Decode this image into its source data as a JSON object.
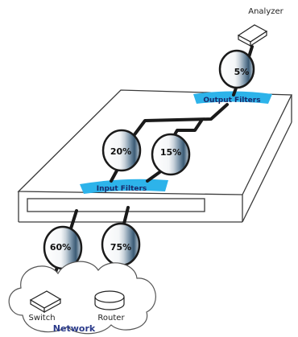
{
  "devices": {
    "analyzer": "Analyzer",
    "switch": "Switch",
    "router": "Router"
  },
  "bands": {
    "output": "Output Filters",
    "input": "Input Filters"
  },
  "network_label": "Network",
  "filters": {
    "output": "5%",
    "input_left": "20%",
    "input_right": "15%",
    "switch_link": "60%",
    "router_link": "75%"
  },
  "colors": {
    "accent_band": "#2db3ea",
    "band_text": "#1a2a6c",
    "network_text": "#2a3a8a",
    "line": "#1a1a1a"
  }
}
